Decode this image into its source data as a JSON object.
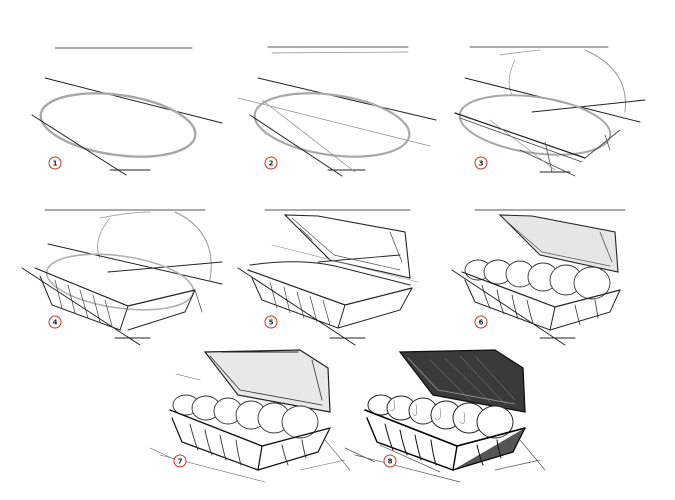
{
  "title": "",
  "steps": [
    {
      "number": "1"
    },
    {
      "number": "2"
    },
    {
      "number": "3"
    },
    {
      "number": "4"
    },
    {
      "number": "5"
    },
    {
      "number": "6"
    },
    {
      "number": "7"
    },
    {
      "number": "8"
    }
  ],
  "colors": {
    "badge_ring": "#c0392b",
    "badge_text": "#222222",
    "ink": "#1a1a1a",
    "guide": "#8a8a8a",
    "ellipse": "#a8a8a8",
    "lid_shade": "#e6e6e6",
    "dark_shade": "#3a3a3a",
    "background": "#ffffff"
  }
}
